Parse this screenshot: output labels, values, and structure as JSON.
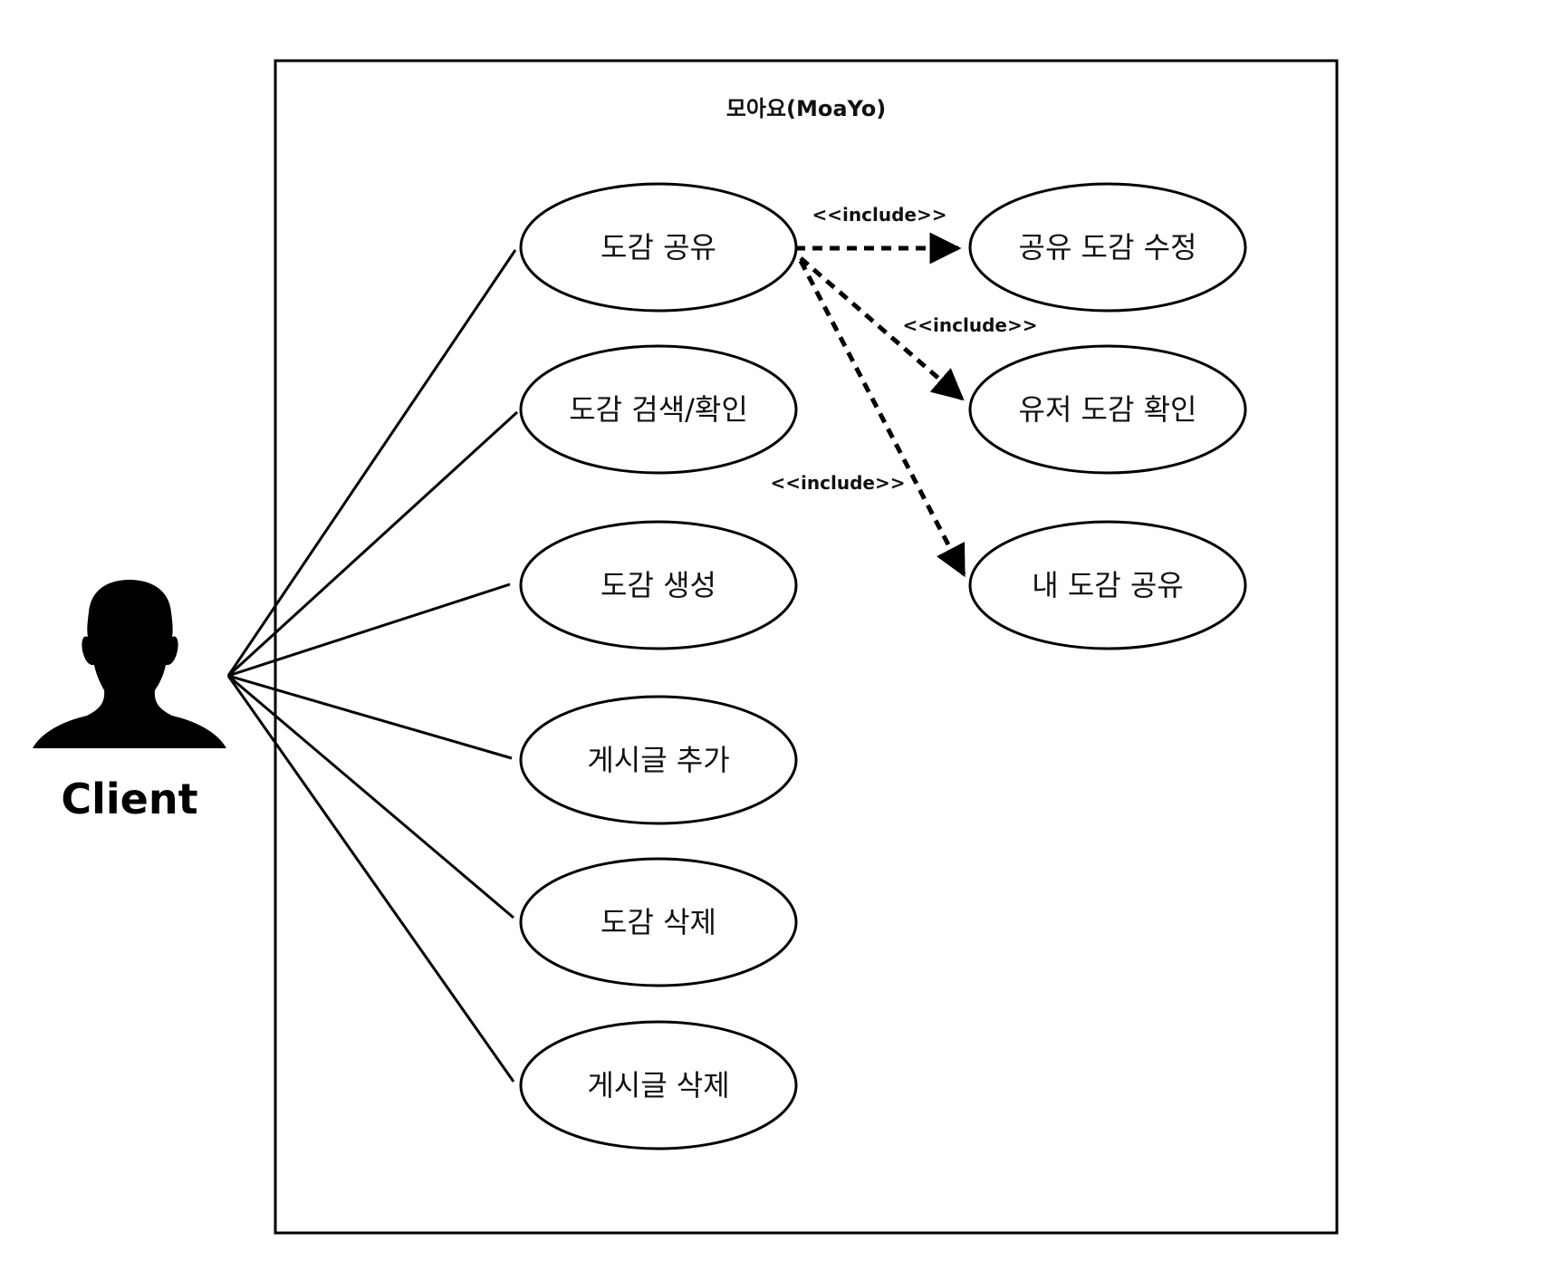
{
  "system": {
    "title": "모아요(MoaYo)"
  },
  "actor": {
    "name": "Client",
    "icon": "person-silhouette-icon"
  },
  "use_cases": {
    "share": "도감 공유",
    "search": "도감 검색/확인",
    "create": "도감 생성",
    "add_post": "게시글 추가",
    "delete_dex": "도감 삭제",
    "delete_post": "게시글 삭제",
    "edit_shared": "공유 도감 수정",
    "user_dex": "유저 도감 확인",
    "my_share": "내 도감 공유"
  },
  "relations": {
    "include_label": "<<include>>"
  },
  "colors": {
    "stroke": "#000000",
    "background": "#ffffff"
  }
}
